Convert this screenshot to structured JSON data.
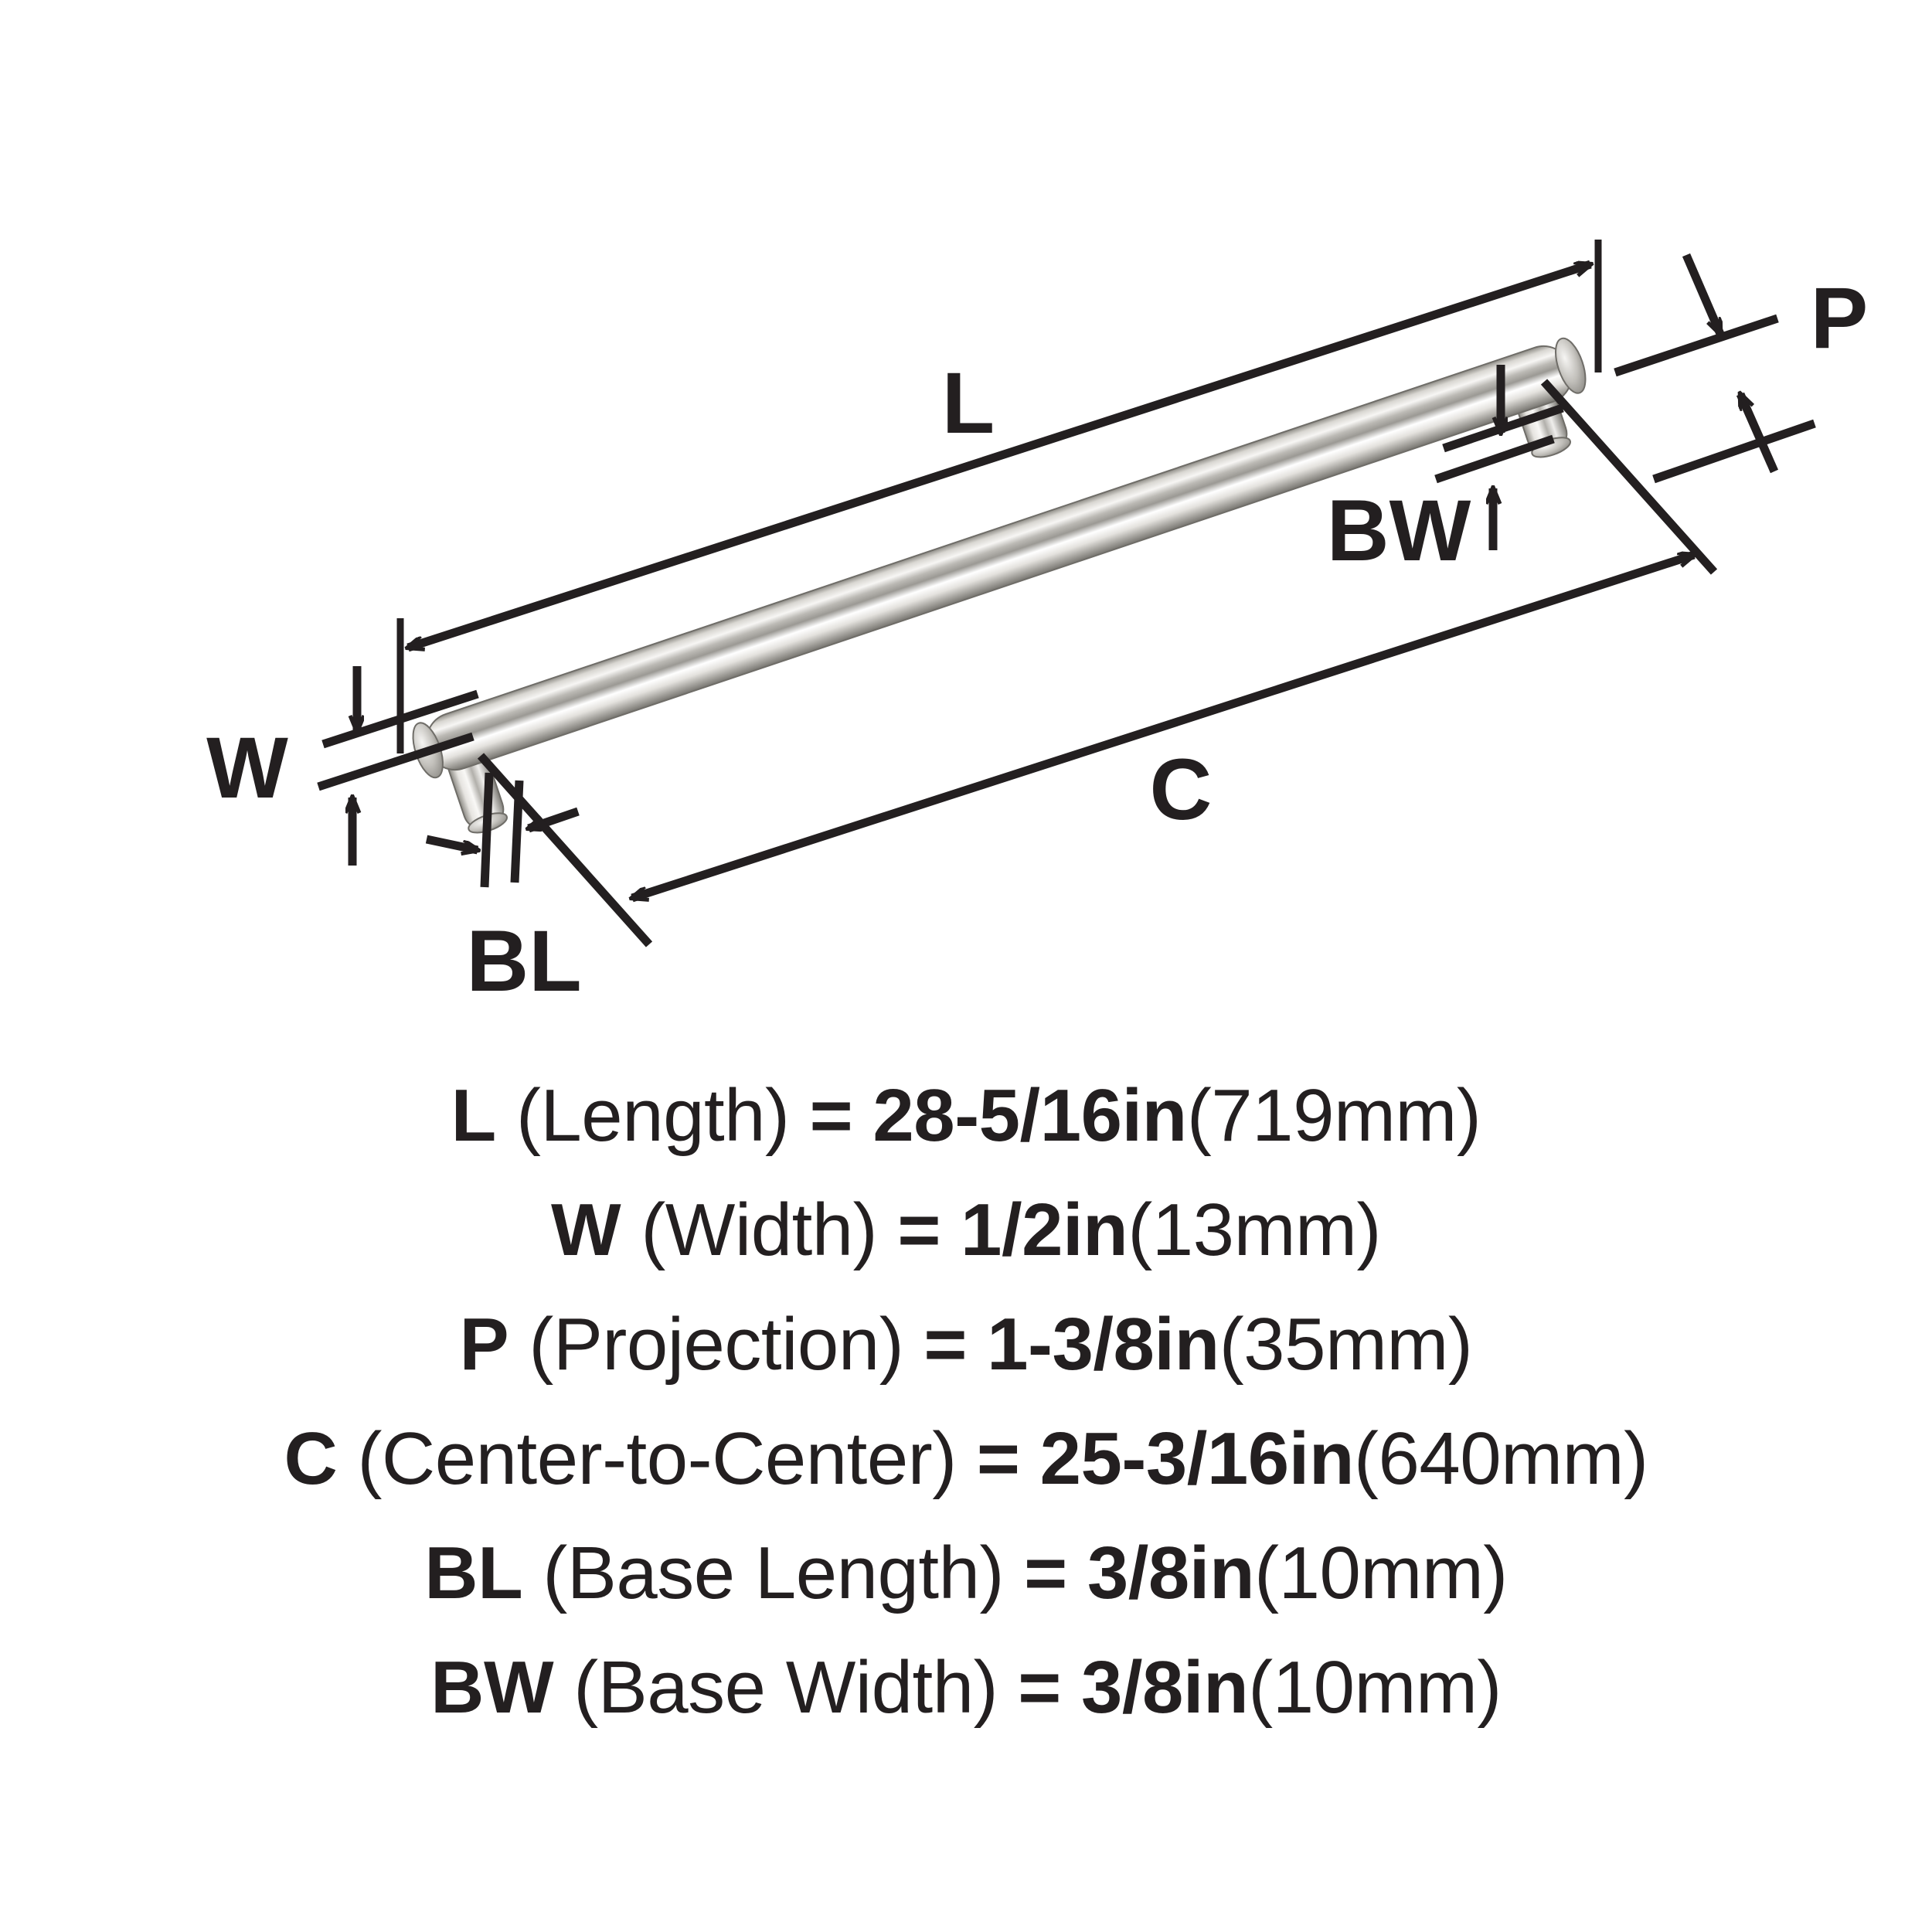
{
  "product": {
    "type": "bar-pull-cabinet-handle",
    "finish_color": "#c9c7c2"
  },
  "diagram": {
    "labels": {
      "length": "L",
      "width": "W",
      "projection": "P",
      "center_to_center": "C",
      "base_length": "BL",
      "base_width": "BW"
    }
  },
  "legend": {
    "rows": [
      {
        "symbol": "L",
        "name": "(Length)",
        "equals": "=",
        "value": "28-5/16in",
        "metric": "(719mm)"
      },
      {
        "symbol": "W",
        "name": "(Width)",
        "equals": "=",
        "value": "1/2in",
        "metric": "(13mm)"
      },
      {
        "symbol": "P",
        "name": "(Projection)",
        "equals": "=",
        "value": "1-3/8in",
        "metric": "(35mm)"
      },
      {
        "symbol": "C",
        "name": "(Center-to-Center)",
        "equals": "=",
        "value": "25-3/16in",
        "metric": "(640mm)"
      },
      {
        "symbol": "BL",
        "name": "(Base Length)",
        "equals": "=",
        "value": "3/8in",
        "metric": "(10mm)"
      },
      {
        "symbol": "BW",
        "name": "(Base Width)",
        "equals": "=",
        "value": "3/8in",
        "metric": "(10mm)"
      }
    ]
  },
  "colors": {
    "ink": "#231f20",
    "background": "#ffffff",
    "metal_dark": "#6e6c68",
    "metal_mid": "#b6b4af",
    "metal_light": "#f2f1ee",
    "metal_highlight": "#ffffff"
  }
}
